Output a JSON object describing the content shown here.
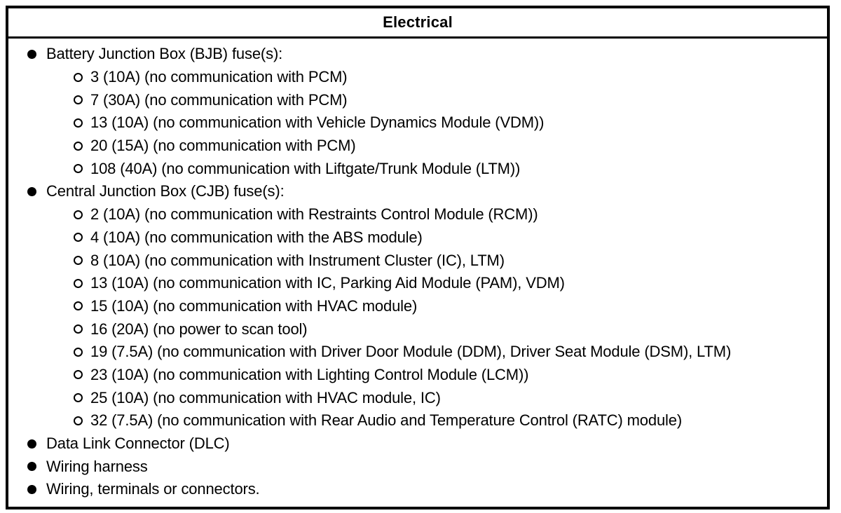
{
  "header": {
    "title": "Electrical"
  },
  "list": {
    "items": [
      {
        "label": "Battery Junction Box (BJB) fuse(s):",
        "children": [
          "3 (10A) (no communication with PCM)",
          "7 (30A) (no communication with PCM)",
          "13 (10A) (no communication with Vehicle Dynamics Module (VDM))",
          "20 (15A) (no communication with PCM)",
          "108 (40A) (no communication with Liftgate/Trunk Module (LTM))"
        ]
      },
      {
        "label": "Central Junction Box (CJB) fuse(s):",
        "children": [
          "2 (10A) (no communication with Restraints Control Module (RCM))",
          "4 (10A) (no communication with the ABS module)",
          "8 (10A) (no communication with Instrument Cluster (IC), LTM)",
          "13 (10A) (no communication with IC, Parking Aid Module (PAM), VDM)",
          "15 (10A) (no communication with HVAC module)",
          "16 (20A) (no power to scan tool)",
          "19 (7.5A) (no communication with Driver Door Module (DDM), Driver Seat Module (DSM), LTM)",
          "23 (10A) (no communication with Lighting Control Module (LCM))",
          "25 (10A) (no communication with HVAC module, IC)",
          "32 (7.5A) (no communication with Rear Audio and Temperature Control (RATC) module)"
        ]
      },
      {
        "label": "Data Link Connector (DLC)",
        "children": []
      },
      {
        "label": "Wiring harness",
        "children": []
      },
      {
        "label": "Wiring, terminals or connectors.",
        "children": []
      }
    ]
  },
  "colors": {
    "text": "#000000",
    "border": "#000000",
    "background": "#ffffff"
  }
}
